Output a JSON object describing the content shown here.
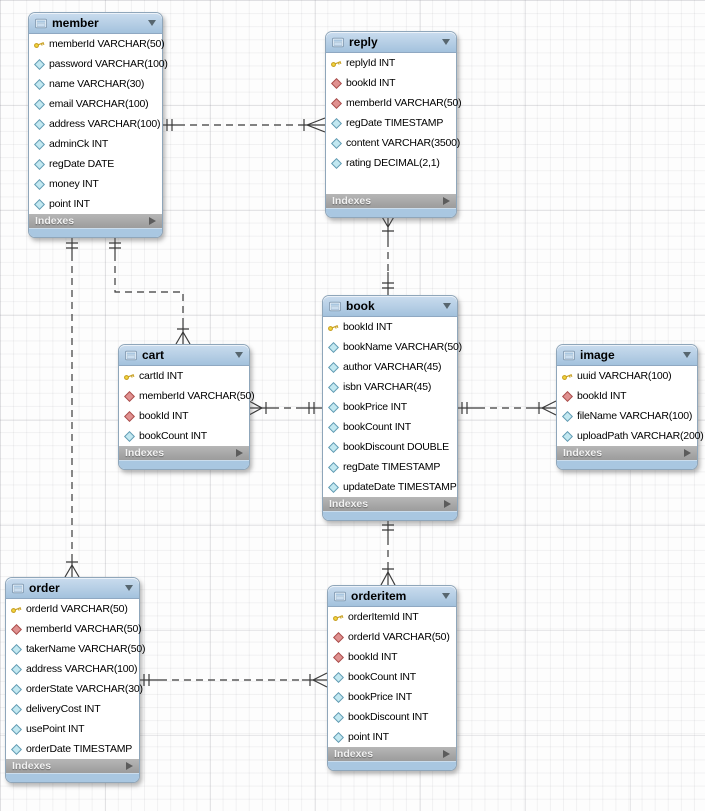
{
  "colors": {
    "table_header": "#aecbe4",
    "indexes_bar": "#a6a6a6",
    "table_body": "#ffffff",
    "pk_icon": "#e6c544",
    "fk_icon": "#dd8d8d",
    "attr_icon": "#bfe7f0",
    "connector": "#3a3a3a"
  },
  "icons": {
    "table": "table-grid-icon",
    "pk": "key-icon",
    "fk": "foreign-key-diamond-icon",
    "attr": "attribute-diamond-icon",
    "header_collapse": "chevron-down-icon",
    "footer_expand": "triangle-right-icon"
  },
  "tables": [
    {
      "id": "member",
      "title": "member",
      "footer_label": "Indexes",
      "columns": [
        {
          "type": "pk",
          "label": "memberId VARCHAR(50)"
        },
        {
          "type": "attr",
          "label": "password VARCHAR(100)"
        },
        {
          "type": "attr",
          "label": "name VARCHAR(30)"
        },
        {
          "type": "attr",
          "label": "email VARCHAR(100)"
        },
        {
          "type": "attr",
          "label": "address VARCHAR(100)"
        },
        {
          "type": "attr",
          "label": "adminCk INT"
        },
        {
          "type": "attr",
          "label": "regDate DATE"
        },
        {
          "type": "attr",
          "label": "money INT"
        },
        {
          "type": "attr",
          "label": "point INT"
        }
      ]
    },
    {
      "id": "reply",
      "title": "reply",
      "footer_label": "Indexes",
      "columns": [
        {
          "type": "pk",
          "label": "replyId INT"
        },
        {
          "type": "fk",
          "label": "bookId INT"
        },
        {
          "type": "fk",
          "label": "memberId VARCHAR(50)"
        },
        {
          "type": "attr",
          "label": "regDate TIMESTAMP"
        },
        {
          "type": "attr",
          "label": "content VARCHAR(3500)"
        },
        {
          "type": "attr",
          "label": "rating DECIMAL(2,1)"
        }
      ]
    },
    {
      "id": "book",
      "title": "book",
      "footer_label": "Indexes",
      "columns": [
        {
          "type": "pk",
          "label": "bookId INT"
        },
        {
          "type": "attr",
          "label": "bookName VARCHAR(50)"
        },
        {
          "type": "attr",
          "label": "author VARCHAR(45)"
        },
        {
          "type": "attr",
          "label": "isbn VARCHAR(45)"
        },
        {
          "type": "attr",
          "label": "bookPrice INT"
        },
        {
          "type": "attr",
          "label": "bookCount INT"
        },
        {
          "type": "attr",
          "label": "bookDiscount DOUBLE"
        },
        {
          "type": "attr",
          "label": "regDate TIMESTAMP"
        },
        {
          "type": "attr",
          "label": "updateDate TIMESTAMP"
        }
      ]
    },
    {
      "id": "image",
      "title": "image",
      "footer_label": "Indexes",
      "columns": [
        {
          "type": "pk",
          "label": "uuid VARCHAR(100)"
        },
        {
          "type": "fk",
          "label": "bookId INT"
        },
        {
          "type": "attr",
          "label": "fileName VARCHAR(100)"
        },
        {
          "type": "attr",
          "label": "uploadPath VARCHAR(200)"
        }
      ]
    },
    {
      "id": "cart",
      "title": "cart",
      "footer_label": "Indexes",
      "columns": [
        {
          "type": "pk",
          "label": "cartId INT"
        },
        {
          "type": "fk",
          "label": "memberId VARCHAR(50)"
        },
        {
          "type": "fk",
          "label": "bookId INT"
        },
        {
          "type": "attr",
          "label": "bookCount INT"
        }
      ]
    },
    {
      "id": "order",
      "title": "order",
      "footer_label": "Indexes",
      "columns": [
        {
          "type": "pk",
          "label": "orderId VARCHAR(50)"
        },
        {
          "type": "fk",
          "label": "memberId VARCHAR(50)"
        },
        {
          "type": "attr",
          "label": "takerName VARCHAR(50)"
        },
        {
          "type": "attr",
          "label": "address VARCHAR(100)"
        },
        {
          "type": "attr",
          "label": "orderState VARCHAR(30)"
        },
        {
          "type": "attr",
          "label": "deliveryCost INT"
        },
        {
          "type": "attr",
          "label": "usePoint INT"
        },
        {
          "type": "attr",
          "label": "orderDate TIMESTAMP"
        }
      ]
    },
    {
      "id": "orderitem",
      "title": "orderitem",
      "footer_label": "Indexes",
      "columns": [
        {
          "type": "pk",
          "label": "orderItemId INT"
        },
        {
          "type": "fk",
          "label": "orderId VARCHAR(50)"
        },
        {
          "type": "fk",
          "label": "bookId INT"
        },
        {
          "type": "attr",
          "label": "bookCount INT"
        },
        {
          "type": "attr",
          "label": "bookPrice INT"
        },
        {
          "type": "attr",
          "label": "bookDiscount INT"
        },
        {
          "type": "attr",
          "label": "point INT"
        }
      ]
    }
  ],
  "relationships": [
    {
      "from": "member",
      "to": "reply",
      "from_end": "one",
      "to_end": "many",
      "line": "dashed"
    },
    {
      "from": "member",
      "to": "cart",
      "from_end": "one",
      "to_end": "many",
      "line": "dashed"
    },
    {
      "from": "member",
      "to": "order",
      "from_end": "one",
      "to_end": "many",
      "line": "dashed"
    },
    {
      "from": "book",
      "to": "reply",
      "from_end": "one",
      "to_end": "many",
      "line": "dashed"
    },
    {
      "from": "book",
      "to": "cart",
      "from_end": "one",
      "to_end": "many",
      "line": "dashed"
    },
    {
      "from": "book",
      "to": "image",
      "from_end": "one",
      "to_end": "many",
      "line": "dashed"
    },
    {
      "from": "book",
      "to": "orderitem",
      "from_end": "one",
      "to_end": "many",
      "line": "dashed"
    },
    {
      "from": "order",
      "to": "orderitem",
      "from_end": "one",
      "to_end": "many",
      "line": "dashed"
    }
  ]
}
